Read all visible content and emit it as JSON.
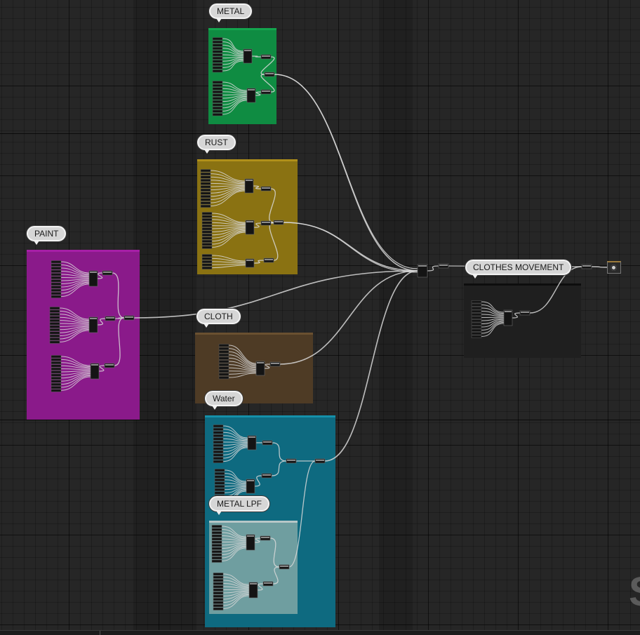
{
  "comments": [
    {
      "id": "metal",
      "label": "METAL",
      "color": "#0f8c42",
      "border": "#13a64e"
    },
    {
      "id": "rust",
      "label": "RUST",
      "color": "#8a7212",
      "border": "#b0901a"
    },
    {
      "id": "paint",
      "label": "PAINT",
      "color": "#8a1a8a",
      "border": "#a61fa6"
    },
    {
      "id": "cloth",
      "label": "CLOTH",
      "color": "#4e3b25",
      "border": "#6a5030"
    },
    {
      "id": "water",
      "label": "Water",
      "color": "#0e6a80",
      "border": "#1590aa"
    },
    {
      "id": "metal-lpf",
      "label": "METAL LPF",
      "color": "#6f9ea0",
      "border": "#b7c7c7"
    },
    {
      "id": "clothes-movement",
      "label": "CLOTHES MOVEMENT",
      "color": "#1f1f1f",
      "border": "#0d0d0d"
    }
  ],
  "colors": {
    "wire": "#d8d8d8",
    "node": "#141414",
    "pin": "#5a5a5a",
    "canvas": "#262626"
  },
  "icons": {
    "output": "speaker-icon"
  }
}
